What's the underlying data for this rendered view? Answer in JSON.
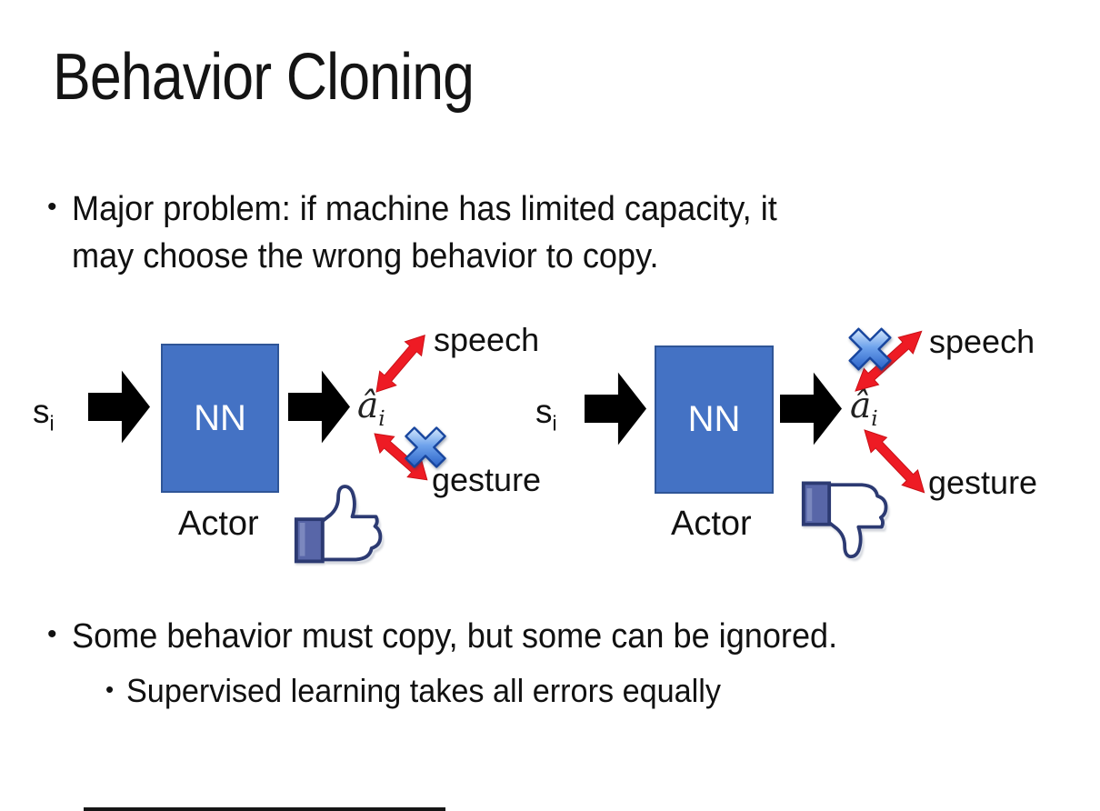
{
  "slide": {
    "title": "Behavior Cloning",
    "bullet_char": "•",
    "bullet1_line1": "Major problem: if machine has limited capacity, it",
    "bullet1_line2": "may choose the wrong behavior to copy.",
    "bullet2": "Some behavior must copy, but some can be ignored.",
    "sub_bullet": "Supervised learning takes all errors equally"
  },
  "diagram_left": {
    "input_label": "s",
    "input_sub": "i",
    "box_label": "NN",
    "box_caption": "Actor",
    "output_label": "â",
    "output_sub": "i",
    "branch_top": "speech",
    "branch_bottom": "gesture",
    "crossed_out_branch": "gesture",
    "feedback_icon": "thumbs-up"
  },
  "diagram_right": {
    "input_label": "s",
    "input_sub": "i",
    "box_label": "NN",
    "box_caption": "Actor",
    "output_label": "â",
    "output_sub": "i",
    "branch_top": "speech",
    "branch_bottom": "gesture",
    "crossed_out_branch": "speech",
    "feedback_icon": "thumbs-down"
  },
  "colors": {
    "box_fill": "#4472C4",
    "box_border": "#2F5597",
    "flow_arrow": "#000000",
    "branch_arrow": "#EE1B24",
    "cross_icon_blue": "#4A86E0",
    "thumb_outline": "#2C3A72",
    "thumb_cuff": "#5866A8",
    "text": "#111111"
  }
}
